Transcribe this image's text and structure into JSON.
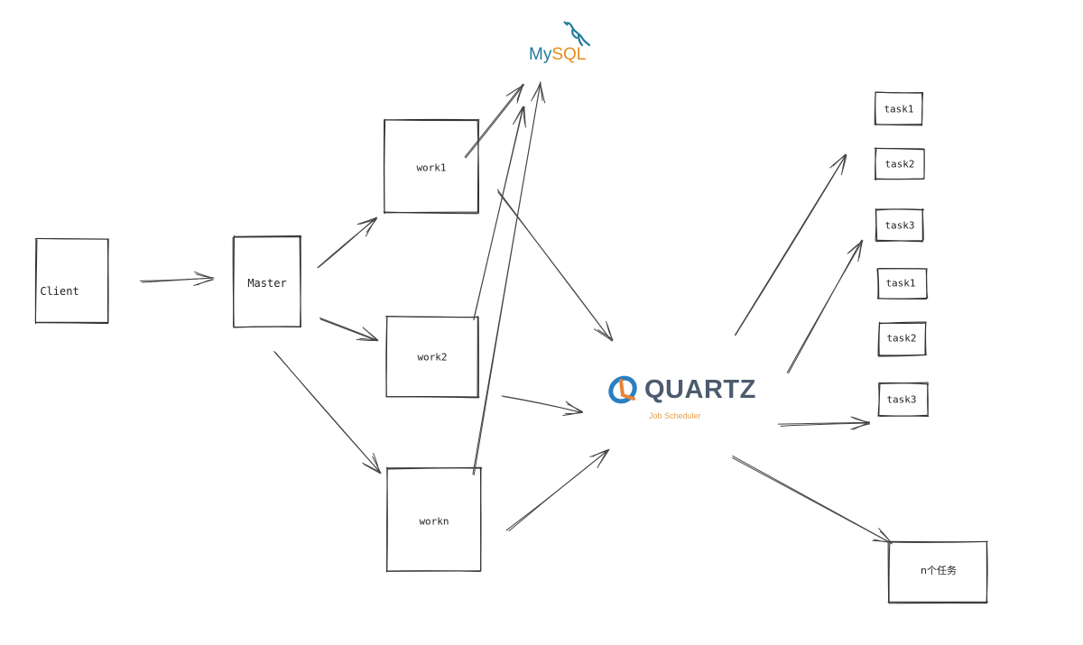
{
  "diagram": {
    "nodes": [
      {
        "id": "client",
        "label": "Client"
      },
      {
        "id": "master",
        "label": "Master"
      },
      {
        "id": "work1",
        "label": "work1"
      },
      {
        "id": "work2",
        "label": "work2"
      },
      {
        "id": "workn",
        "label": "workn"
      },
      {
        "id": "task1a",
        "label": "task1"
      },
      {
        "id": "task2a",
        "label": "task2"
      },
      {
        "id": "task3a",
        "label": "task3"
      },
      {
        "id": "task1b",
        "label": "task1"
      },
      {
        "id": "task2b",
        "label": "task2"
      },
      {
        "id": "task3b",
        "label": "task3"
      },
      {
        "id": "ntasks",
        "label": "n个任务"
      }
    ],
    "logos": {
      "mysql": {
        "my": "My",
        "sql": "SQL",
        "colors": {
          "my": "#1f7b9a",
          "sql": "#e48e1f"
        }
      },
      "quartz": {
        "title": "QUARTZ",
        "subtitle": "Job Scheduler",
        "colors": {
          "title": "#4d5b6e",
          "accent_blue": "#2a7fc0",
          "accent_orange": "#e8833a",
          "subtitle": "#e8a04c"
        }
      }
    },
    "edges": [
      {
        "from": "client",
        "to": "master"
      },
      {
        "from": "master",
        "to": "work1"
      },
      {
        "from": "master",
        "to": "work2"
      },
      {
        "from": "master",
        "to": "workn"
      },
      {
        "from": "work1",
        "to": "mysql"
      },
      {
        "from": "work2",
        "to": "mysql"
      },
      {
        "from": "workn",
        "to": "mysql"
      },
      {
        "from": "work1",
        "to": "quartz"
      },
      {
        "from": "work2",
        "to": "quartz"
      },
      {
        "from": "workn",
        "to": "quartz"
      },
      {
        "from": "quartz",
        "to": "task1a"
      },
      {
        "from": "quartz",
        "to": "task3a"
      },
      {
        "from": "quartz",
        "to": "task3b"
      },
      {
        "from": "quartz",
        "to": "ntasks"
      }
    ]
  }
}
